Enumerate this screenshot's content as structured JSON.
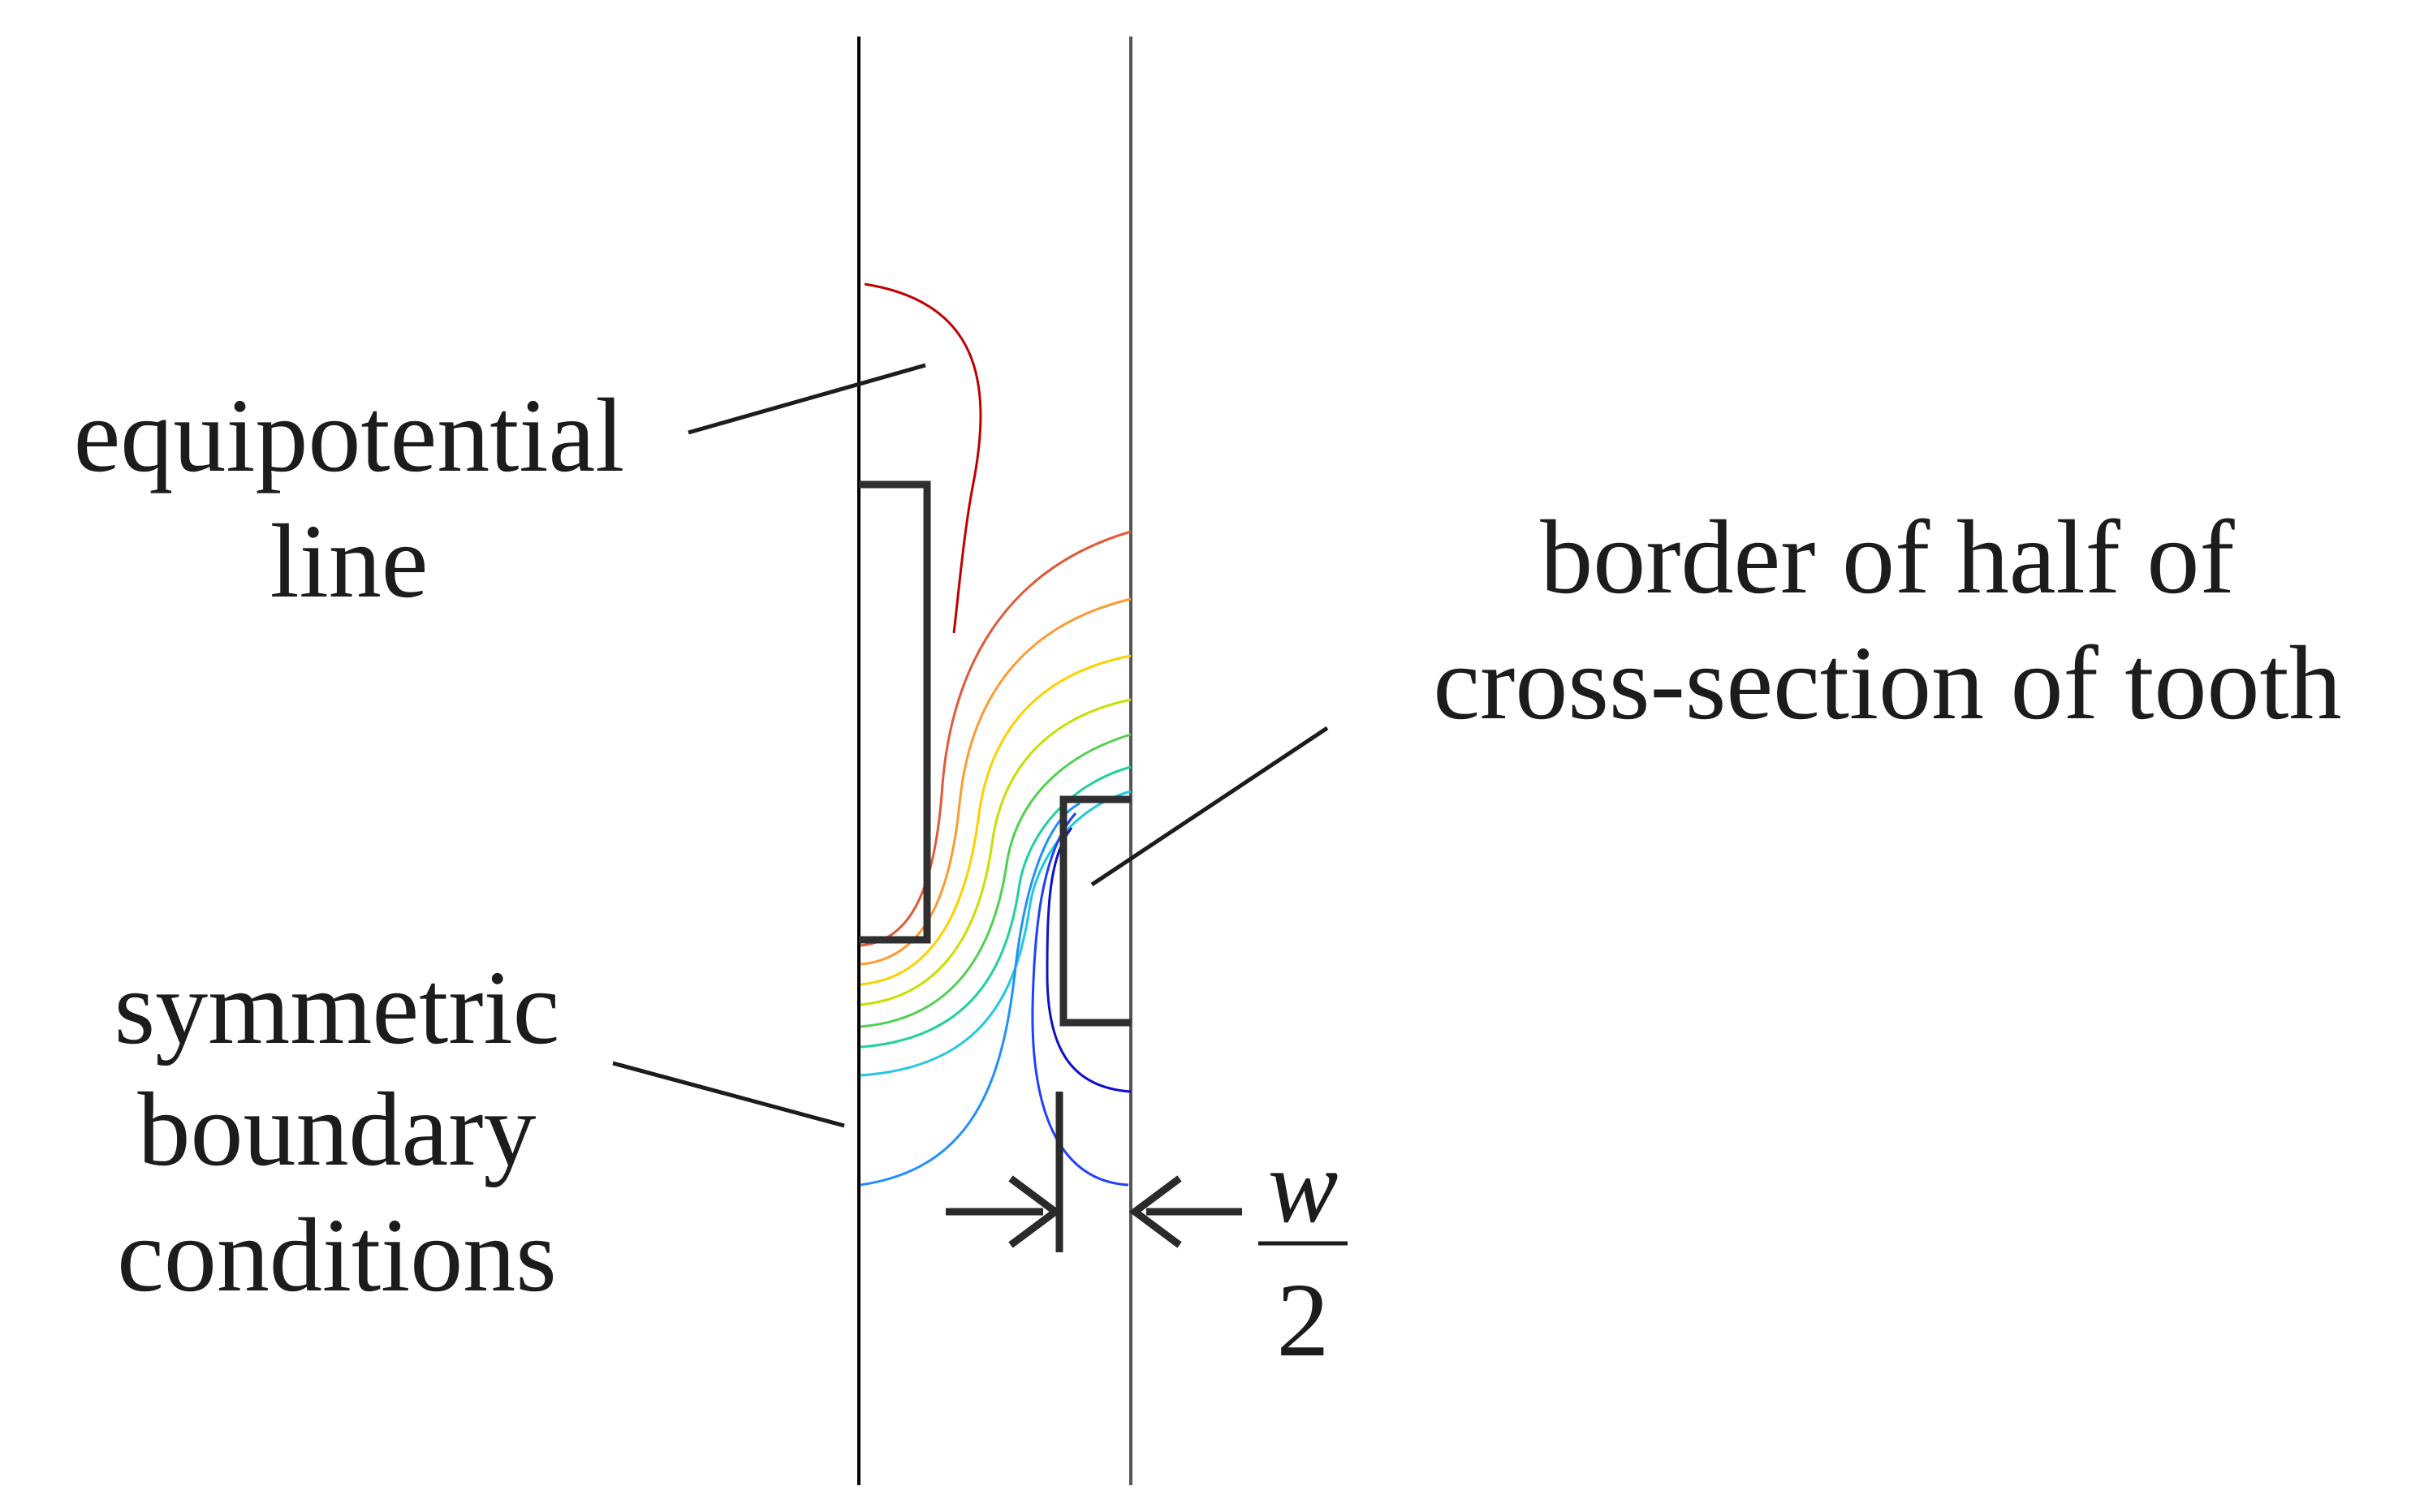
{
  "labels": {
    "equipotential_line": [
      "equipotential",
      "line"
    ],
    "tooth_border": [
      "border of half of",
      "cross-section of tooth"
    ],
    "symmetric_boundary": [
      "symmetric",
      "boundary",
      "conditions"
    ],
    "width_numerator": "w",
    "width_denominator": "2"
  },
  "colors": {
    "text": "#1c1c1c",
    "boundary_line": "#000000",
    "tooth_border": "#2f2f2f",
    "contour_scale": [
      "#c00000",
      "#e05a3a",
      "#ff9a30",
      "#ffd000",
      "#c8e000",
      "#50d050",
      "#20d0a0",
      "#20c8e0",
      "#2090ff",
      "#2040ff",
      "#1010c8"
    ]
  }
}
